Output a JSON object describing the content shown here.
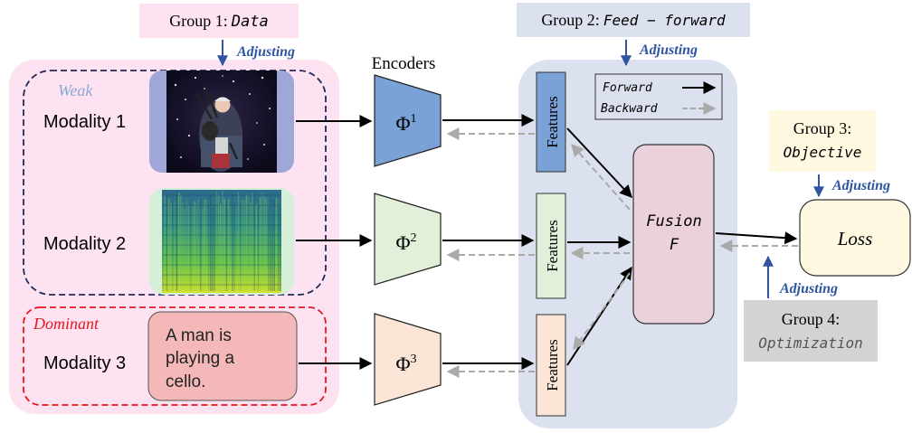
{
  "groups": {
    "g1": {
      "label": "Group 1:",
      "value": "Data",
      "adjust": "Adjusting"
    },
    "g2": {
      "label": "Group 2:",
      "value": "Feed − forward",
      "adjust": "Adjusting"
    },
    "g3": {
      "label": "Group 3:",
      "value": "Objective",
      "adjust": "Adjusting"
    },
    "g4": {
      "label": "Group 4:",
      "value": "Optimization",
      "adjust": "Adjusting"
    }
  },
  "encoders_title": "Encoders",
  "weak_label": "Weak",
  "dominant_label": "Dominant",
  "modalities": [
    {
      "label": "Modality 1",
      "encoder_base": "Φ",
      "encoder_sup": "1"
    },
    {
      "label": "Modality 2",
      "encoder_base": "Φ",
      "encoder_sup": "2"
    },
    {
      "label": "Modality 3",
      "encoder_base": "Φ",
      "encoder_sup": "3"
    }
  ],
  "text_input_lines": [
    "A man is",
    "playing a",
    "cello."
  ],
  "features_label": "Features",
  "legend": {
    "forward": "Forward",
    "backward": "Backward"
  },
  "fusion": {
    "title": "Fusion",
    "symbol": "F"
  },
  "loss_label": "Loss",
  "colors": {
    "group1_bg": "#fde3f1",
    "group2_bg": "#dbe1ee",
    "weak_text": "#8aa7d6",
    "dominant": "#e8141e",
    "adjust": "#2f55a1",
    "enc1": "#7aa2d6",
    "enc2": "#e2f0d9",
    "enc3": "#fbe5d6",
    "fusion": "#ead1dc",
    "loss": "#fff9e1",
    "g4_bg": "#d3d3d3"
  }
}
